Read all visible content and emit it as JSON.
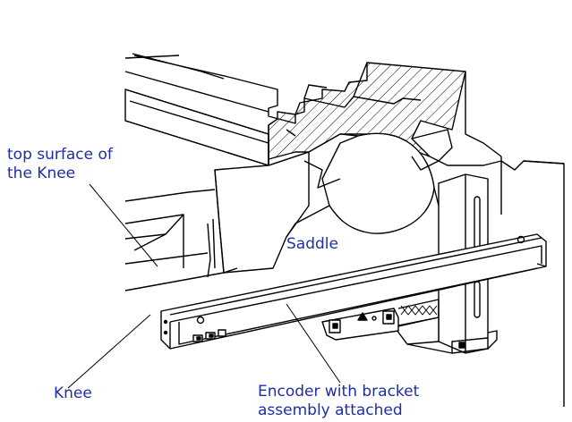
{
  "labels": {
    "top_surface": [
      "top surface of",
      "the Knee"
    ],
    "saddle": "Saddle",
    "knee": "Knee",
    "encoder": [
      "Encoder with bracket",
      "assembly attached"
    ]
  },
  "colors": {
    "label_text": "#1f2fa3",
    "line": "#000000",
    "background": "#ffffff"
  }
}
